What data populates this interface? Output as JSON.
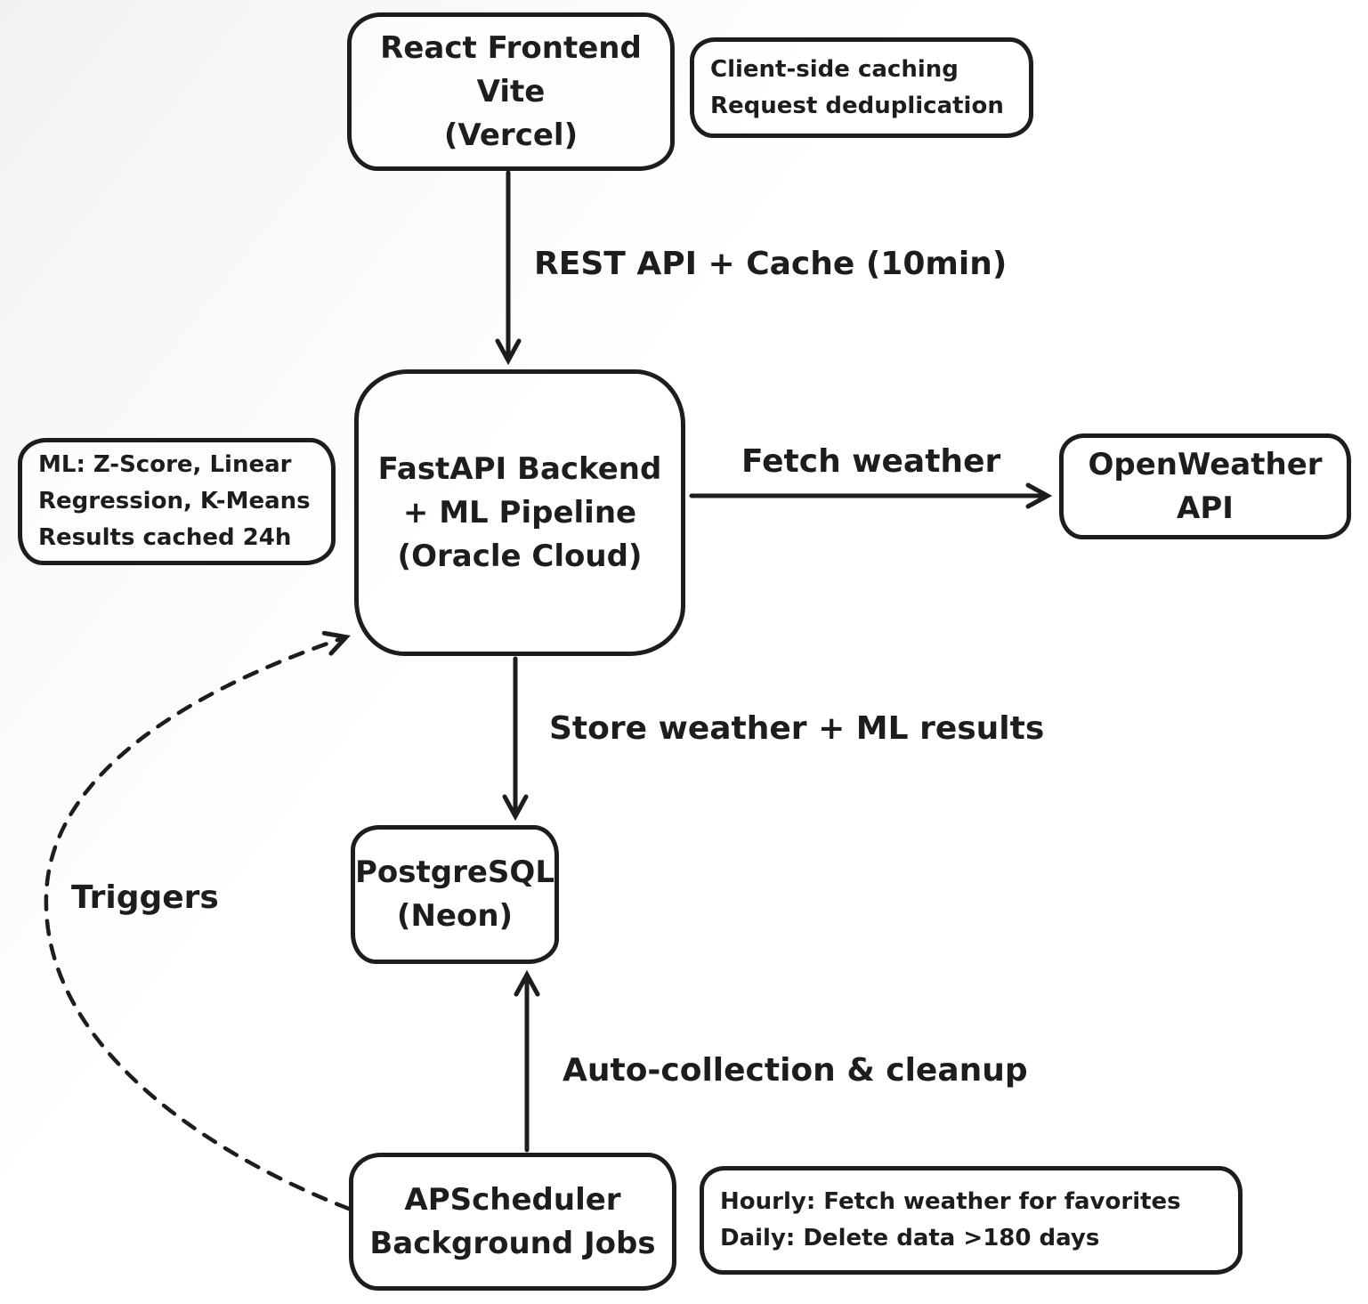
{
  "canvas": {
    "background": "#ffffff",
    "stroke_color": "#1d1d1d",
    "text_color": "#1d1d1d"
  },
  "nodes": {
    "react_frontend": {
      "lines": [
        "React Frontend",
        "Vite",
        "(Vercel)"
      ]
    },
    "fastapi_backend": {
      "lines": [
        "FastAPI Backend",
        "+ ML Pipeline",
        "(Oracle Cloud)"
      ]
    },
    "openweather_api": {
      "lines": [
        "OpenWeather",
        "API"
      ]
    },
    "postgresql": {
      "lines": [
        "PostgreSQL",
        "(Neon)"
      ]
    },
    "apscheduler": {
      "lines": [
        "APScheduler",
        "Background Jobs"
      ]
    }
  },
  "notes": {
    "client_caching": {
      "lines": [
        "Client-side caching",
        "Request deduplication"
      ]
    },
    "ml_details": {
      "lines": [
        "ML: Z-Score, Linear",
        "Regression, K-Means",
        "Results cached 24h"
      ]
    },
    "scheduler_jobs": {
      "lines": [
        "Hourly: Fetch weather for favorites",
        "Daily: Delete data >180 days"
      ]
    }
  },
  "edges": {
    "rest_api": {
      "label": "REST API + Cache (10min)",
      "style": "solid",
      "from": "react_frontend",
      "to": "fastapi_backend"
    },
    "fetch_weather": {
      "label": "Fetch weather",
      "style": "solid",
      "from": "fastapi_backend",
      "to": "openweather_api"
    },
    "store_results": {
      "label": "Store weather + ML results",
      "style": "solid",
      "from": "fastapi_backend",
      "to": "postgresql"
    },
    "auto_collection": {
      "label": "Auto-collection & cleanup",
      "style": "solid",
      "from": "apscheduler",
      "to": "postgresql"
    },
    "triggers": {
      "label": "Triggers",
      "style": "dashed",
      "from": "apscheduler",
      "to": "fastapi_backend"
    }
  }
}
